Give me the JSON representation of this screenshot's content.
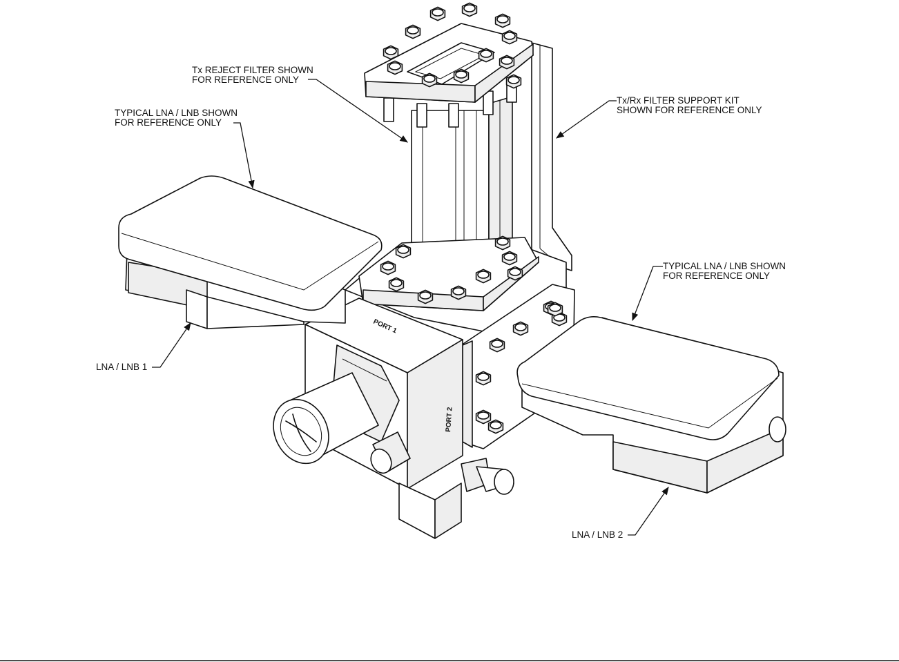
{
  "labels": {
    "tx_reject_1": "Tx REJECT FILTER SHOWN",
    "tx_reject_2": "FOR REFERENCE ONLY",
    "support_1": "Tx/Rx FILTER SUPPORT KIT",
    "support_2": "SHOWN FOR REFERENCE ONLY",
    "lna_left_1": "TYPICAL LNA / LNB SHOWN",
    "lna_left_2": "FOR REFERENCE ONLY",
    "lna_right_1": "TYPICAL LNA / LNB SHOWN",
    "lna_right_2": "FOR REFERENCE ONLY",
    "lnb1": "LNA / LNB 1",
    "lnb2": "LNA / LNB 2",
    "port1": "PORT 1",
    "port2": "PORT 2"
  },
  "colors": {
    "line": "#111111",
    "background": "#ffffff",
    "shade": "#eeeeee"
  }
}
